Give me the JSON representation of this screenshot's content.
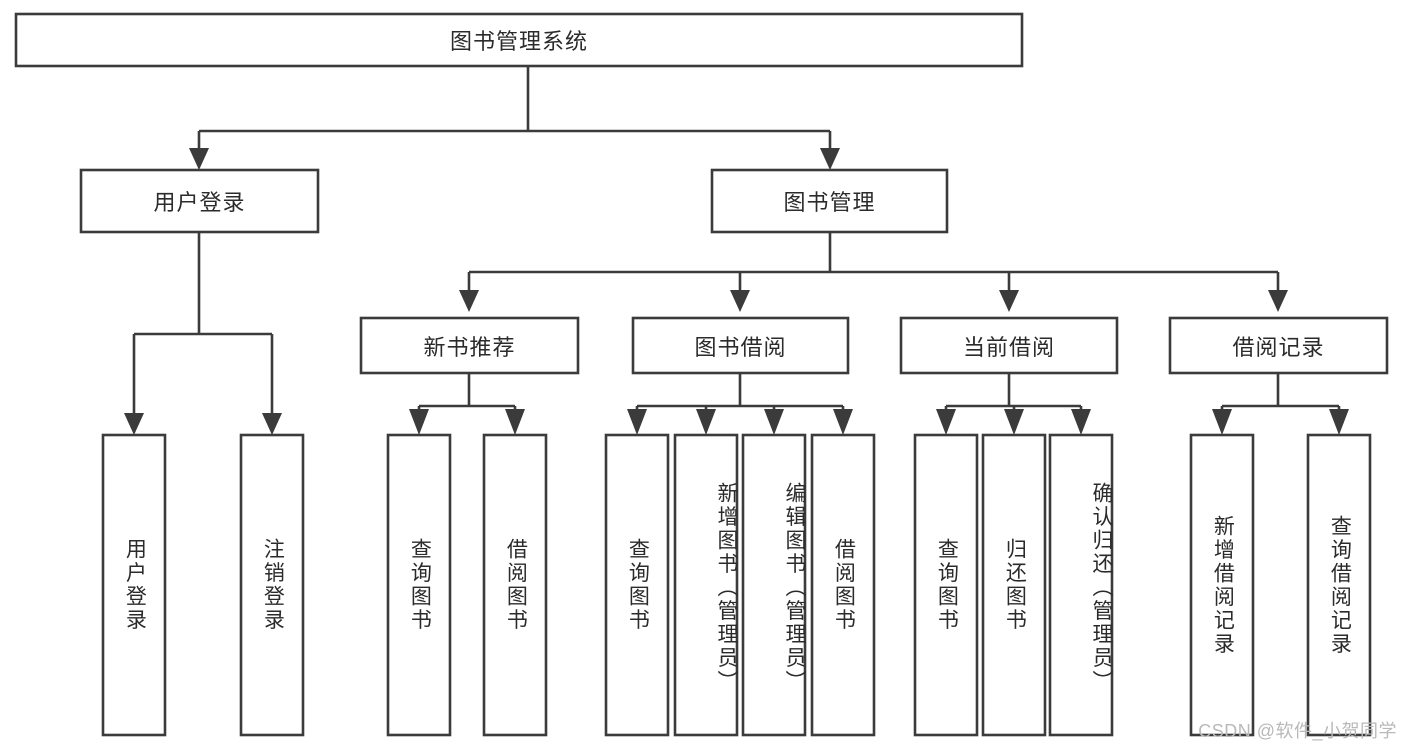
{
  "diagram": {
    "title": "图书管理系统",
    "watermark": "CSDN @软件_小贺同学",
    "colors": {
      "stroke": "#3b3b3b",
      "box_fill": "#ffffff",
      "text": "#2b2b2b",
      "background": "#ffffff",
      "watermark": "#b9b9b9"
    },
    "root": {
      "label": "图书管理系统"
    },
    "level1": [
      {
        "label": "用户登录"
      },
      {
        "label": "图书管理"
      }
    ],
    "level2": [
      {
        "label": "新书推荐"
      },
      {
        "label": "图书借阅"
      },
      {
        "label": "当前借阅"
      },
      {
        "label": "借阅记录"
      }
    ],
    "leaves": {
      "user_login": [
        {
          "label": "用户登录"
        },
        {
          "label": "注销登录"
        }
      ],
      "new_book_recommend": [
        {
          "label": "查询图书"
        },
        {
          "label": "借阅图书"
        }
      ],
      "book_borrow": [
        {
          "label": "查询图书"
        },
        {
          "label": "新增图书（管理员）"
        },
        {
          "label": "编辑图书（管理员）"
        },
        {
          "label": "借阅图书"
        }
      ],
      "current_borrow": [
        {
          "label": "查询图书"
        },
        {
          "label": "归还图书"
        },
        {
          "label": "确认归还（管理员）"
        }
      ],
      "borrow_record": [
        {
          "label": "新增借阅记录"
        },
        {
          "label": "查询借阅记录"
        }
      ]
    }
  }
}
